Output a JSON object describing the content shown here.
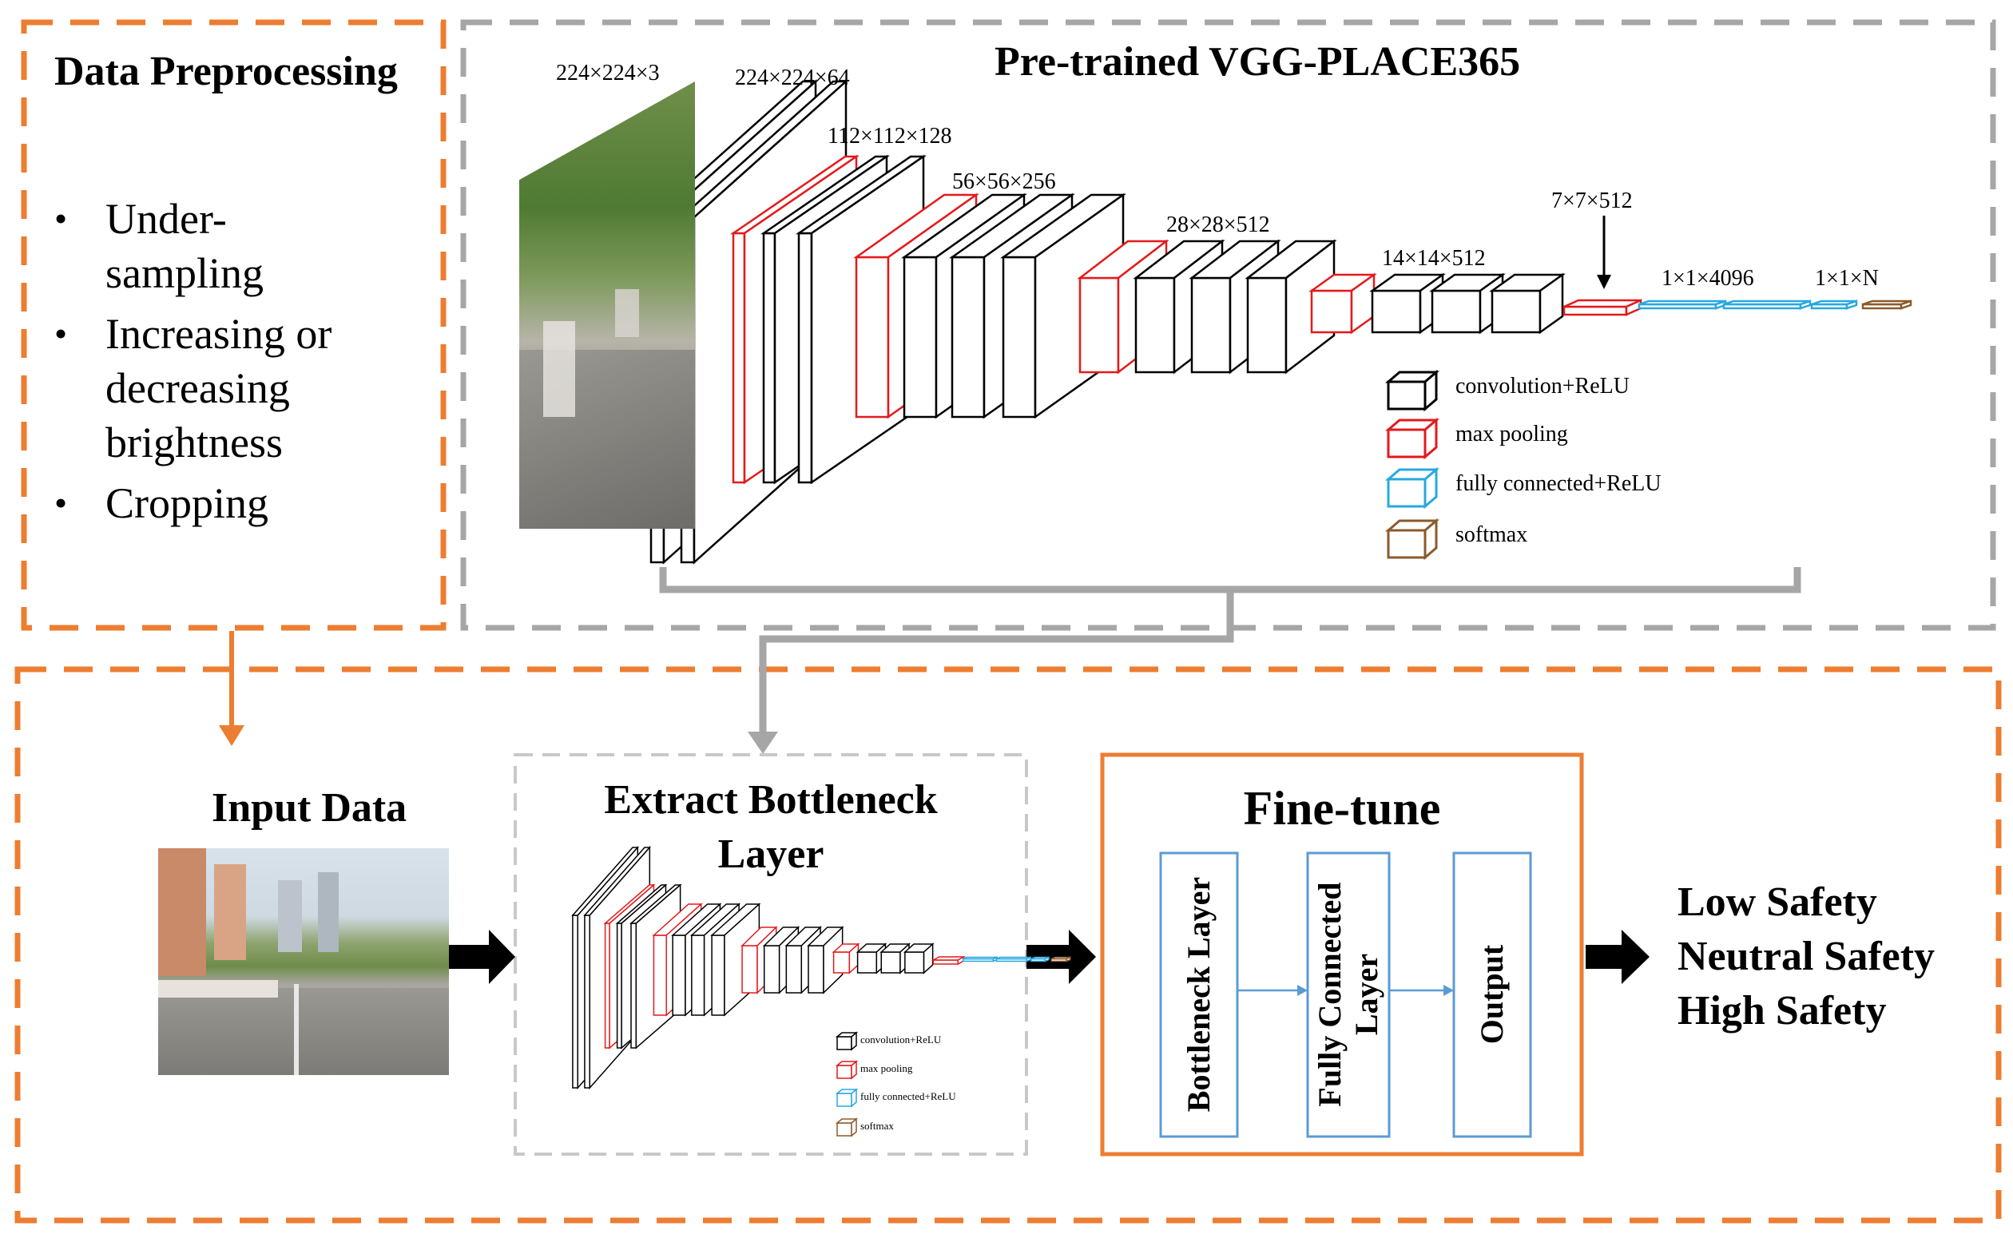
{
  "preprocessing": {
    "title": "Data Preprocessing",
    "bullets": [
      "Under-\nsampling",
      "Increasing or\ndecreasing\nbrightness",
      "Cropping"
    ]
  },
  "vgg": {
    "title": "Pre-trained VGG-PLACE365",
    "dims": [
      "224×224×3",
      "224×224×64",
      "112×112×128",
      "56×56×256",
      "28×28×512",
      "14×14×512",
      "7×7×512",
      "1×1×4096",
      "1×1×N"
    ],
    "legend": [
      {
        "label": "convolution+ReLU",
        "color": "#000000"
      },
      {
        "label": "max pooling",
        "color": "#e31a1c"
      },
      {
        "label": "fully connected+ReLU",
        "color": "#29a8e0"
      },
      {
        "label": "softmax",
        "color": "#8b5a2b"
      }
    ]
  },
  "input": {
    "title": "Input Data"
  },
  "extract": {
    "title": "Extract Bottleneck\nLayer"
  },
  "finetune": {
    "title": "Fine-tune",
    "boxes": [
      "Bottleneck Layer",
      "Fully Connected\nLayer",
      "Output"
    ]
  },
  "classes": [
    "Low Safety",
    "Neutral Safety",
    "High Safety"
  ],
  "colors": {
    "orange": "#ed7d31",
    "gray": "#a6a6a6",
    "blue": "#5b9bd5"
  }
}
